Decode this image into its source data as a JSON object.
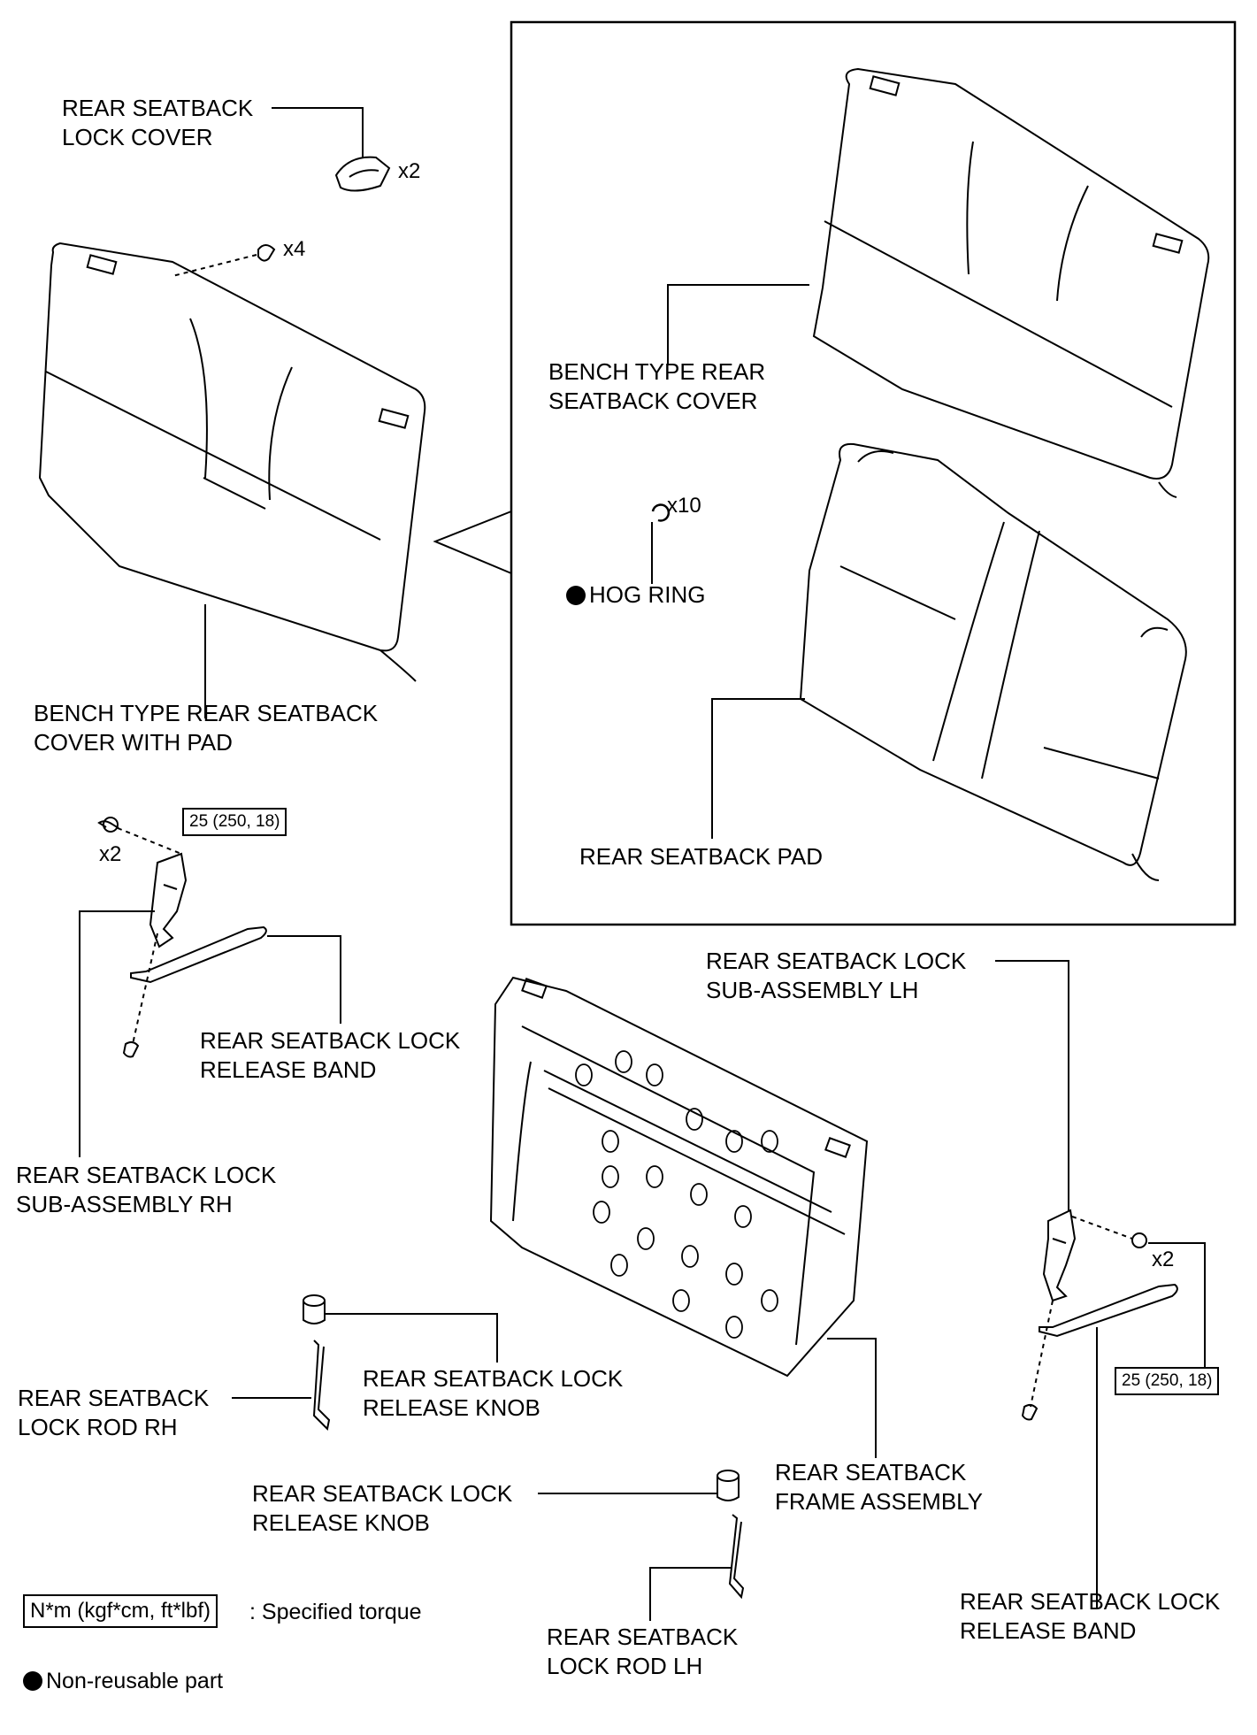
{
  "labels": {
    "lock_cover": [
      "REAR SEATBACK",
      "LOCK COVER"
    ],
    "cover_with_pad": [
      "BENCH TYPE REAR SEATBACK",
      "COVER WITH PAD"
    ],
    "bench_cover": [
      "BENCH TYPE REAR",
      "SEATBACK COVER"
    ],
    "hog_ring": "HOG RING",
    "seatback_pad": "REAR SEATBACK PAD",
    "lock_band_rh": [
      "REAR SEATBACK LOCK",
      "RELEASE BAND"
    ],
    "lock_sub_rh": [
      "REAR SEATBACK LOCK",
      "SUB-ASSEMBLY RH"
    ],
    "lock_sub_lh": [
      "REAR SEATBACK LOCK",
      "SUB-ASSEMBLY LH"
    ],
    "lock_rod_rh": [
      "REAR SEATBACK",
      "LOCK ROD RH"
    ],
    "knob_upper": [
      "REAR SEATBACK LOCK",
      "RELEASE KNOB"
    ],
    "knob_lower": [
      "REAR SEATBACK LOCK",
      "RELEASE KNOB"
    ],
    "frame_assembly": [
      "REAR SEATBACK",
      "FRAME ASSEMBLY"
    ],
    "lock_rod_lh": [
      "REAR SEATBACK",
      "LOCK ROD LH"
    ],
    "lock_band_lh": [
      "REAR SEATBACK LOCK",
      "RELEASE BAND"
    ]
  },
  "quantities": {
    "lock_cover_qty": "x2",
    "clip_qty": "x4",
    "hog_ring_qty": "x10",
    "bolt_rh_qty": "x2",
    "bolt_lh_qty": "x2"
  },
  "torque": {
    "rh": "25 (250, 18)",
    "lh": "25 (250, 18)"
  },
  "legend": {
    "torque_unit": "N*m (kgf*cm, ft*lbf)",
    "torque_desc": ": Specified torque",
    "non_reusable": "Non-reusable part"
  },
  "colors": {
    "line": "#000000",
    "background": "#ffffff"
  }
}
